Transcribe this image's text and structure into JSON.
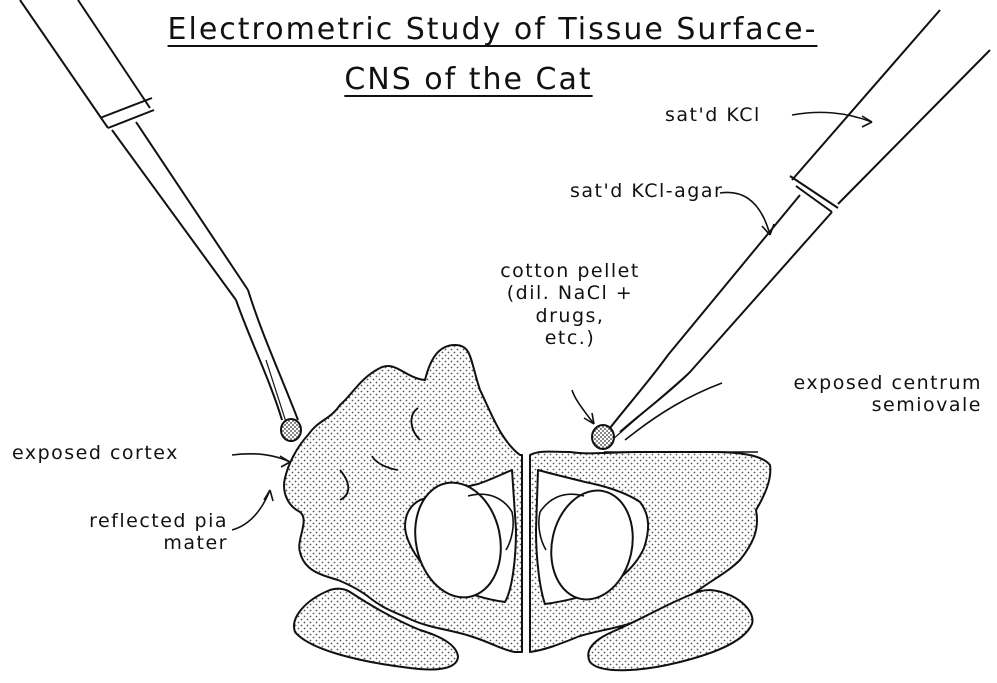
{
  "title": {
    "line1": "Electrometric Study of Tissue Surface-",
    "line2": "CNS of the Cat"
  },
  "labels": {
    "sat_kcl": "sat'd KCl",
    "sat_kcl_agar": "sat'd KCl-agar",
    "cotton_pellet": [
      "cotton pellet",
      "(dil. NaCl +",
      "drugs,",
      "etc.)"
    ],
    "exposed_centrum": [
      "exposed centrum",
      "semiovale"
    ],
    "exposed_cortex": "exposed cortex",
    "reflected_pia": [
      "reflected pia",
      "mater"
    ]
  },
  "colors": {
    "ink": "#111111",
    "paper": "#ffffff",
    "stipple": "#555555"
  }
}
